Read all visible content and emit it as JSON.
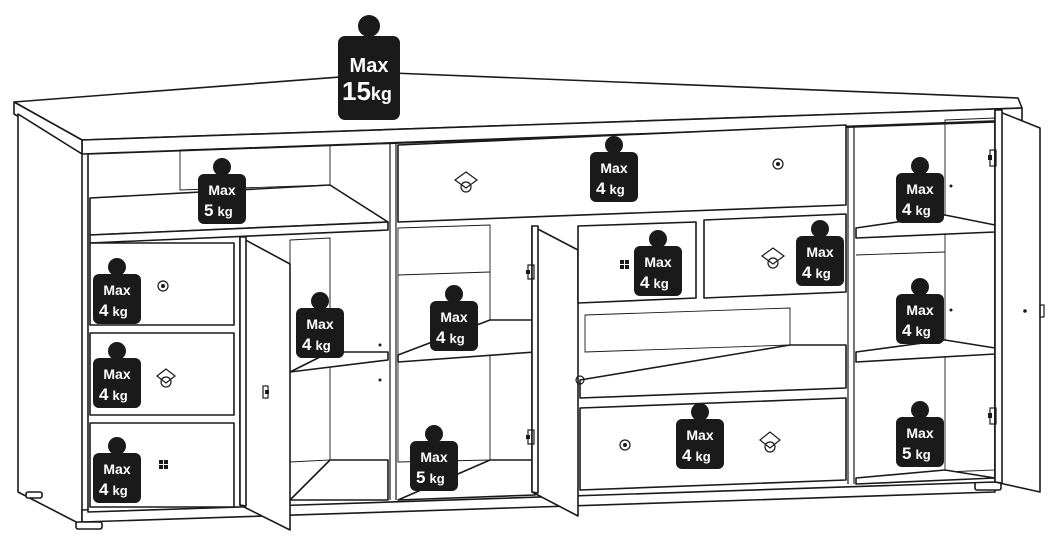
{
  "figure": {
    "colors": {
      "ink": "#1a1a1a",
      "paper": "#ffffff"
    },
    "top_load": {
      "label": "Max",
      "value": "15",
      "unit": "kg",
      "icon": "weight-icon"
    },
    "load_badges": [
      {
        "id": "top-left-shelf",
        "label": "Max",
        "value": "5",
        "unit": "kg",
        "icon": "weight-icon"
      },
      {
        "id": "center-top-drawer",
        "label": "Max",
        "value": "4",
        "unit": "kg",
        "icon": "weight-icon"
      },
      {
        "id": "right-top-shelf",
        "label": "Max",
        "value": "4",
        "unit": "kg",
        "icon": "weight-icon"
      },
      {
        "id": "left-drawer-1",
        "label": "Max",
        "value": "4",
        "unit": "kg",
        "icon": "weight-icon"
      },
      {
        "id": "left-drawer-2",
        "label": "Max",
        "value": "4",
        "unit": "kg",
        "icon": "weight-icon"
      },
      {
        "id": "left-drawer-3",
        "label": "Max",
        "value": "4",
        "unit": "kg",
        "icon": "weight-icon"
      },
      {
        "id": "left-cabinet-shelf",
        "label": "Max",
        "value": "4",
        "unit": "kg",
        "icon": "weight-icon"
      },
      {
        "id": "center-cabinet-shelf",
        "label": "Max",
        "value": "4",
        "unit": "kg",
        "icon": "weight-icon"
      },
      {
        "id": "center-cabinet-bottom",
        "label": "Max",
        "value": "5",
        "unit": "kg",
        "icon": "weight-icon"
      },
      {
        "id": "mid-drawer-left",
        "label": "Max",
        "value": "4",
        "unit": "kg",
        "icon": "weight-icon"
      },
      {
        "id": "mid-drawer-right",
        "label": "Max",
        "value": "4",
        "unit": "kg",
        "icon": "weight-icon"
      },
      {
        "id": "center-bottom-drawer",
        "label": "Max",
        "value": "4",
        "unit": "kg",
        "icon": "weight-icon"
      },
      {
        "id": "right-cabinet-shelf",
        "label": "Max",
        "value": "4",
        "unit": "kg",
        "icon": "weight-icon"
      },
      {
        "id": "right-cabinet-bottom",
        "label": "Max",
        "value": "5",
        "unit": "kg",
        "icon": "weight-icon"
      }
    ]
  }
}
